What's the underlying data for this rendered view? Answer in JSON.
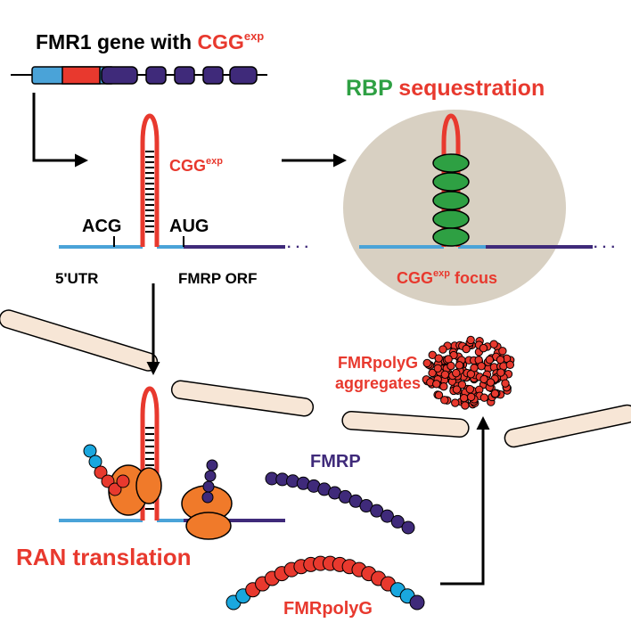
{
  "title": {
    "prefix": "FMR1 gene with ",
    "repeat": "CGG",
    "sup": "exp"
  },
  "rbp": {
    "word": "RBP",
    "rest": " sequestration"
  },
  "hairpin_label": {
    "repeat": "CGG",
    "sup": "exp"
  },
  "codons": {
    "acg": "ACG",
    "aug": "AUG"
  },
  "regions": {
    "utr": "5'UTR",
    "orf": "FMRP ORF"
  },
  "focus": {
    "repeat": "CGG",
    "sup": "exp",
    "rest": " focus"
  },
  "aggregates": {
    "line1": "FMRpolyG",
    "line2": "aggregates"
  },
  "ran_translation": "RAN translation",
  "fmrp": "FMRP",
  "fmrpolyg": "FMRpolyG",
  "colors": {
    "red": "#e8392e",
    "blue": "#4aa3d8",
    "purple": "#3f2a7a",
    "green": "#2ea043",
    "orange": "#f07a2a",
    "cyan": "#1aa7de",
    "nucleus": "#d8d0c2",
    "filament": "#f7e6d6"
  },
  "icons": [
    "arrow-right-icon",
    "arrow-down-icon",
    "arrow-up-icon",
    "ribosome-icon",
    "hairpin-icon"
  ]
}
